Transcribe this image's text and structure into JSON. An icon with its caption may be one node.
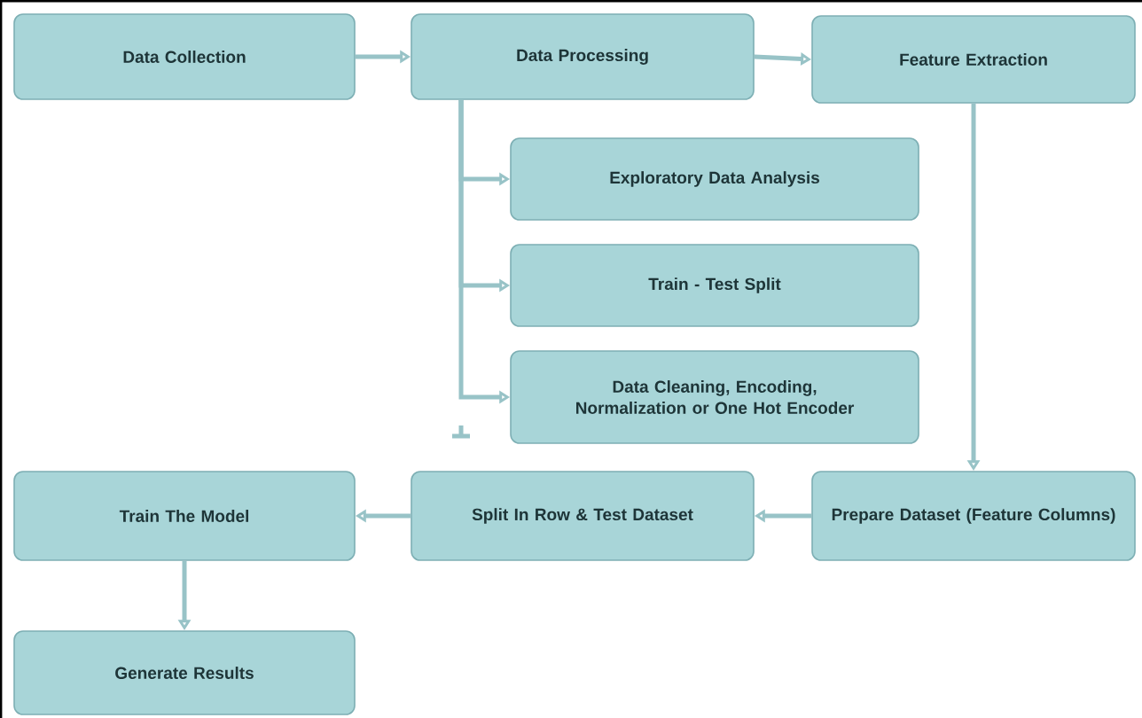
{
  "diagram": {
    "nodes": [
      {
        "text": [
          "Data Collection"
        ]
      },
      {
        "text": [
          "Data Processing"
        ]
      },
      {
        "text": [
          "Feature Extraction"
        ]
      },
      {
        "text": [
          "Exploratory Data Analysis"
        ]
      },
      {
        "text": [
          "Train - Test Split"
        ]
      },
      {
        "text": [
          "Data Cleaning, Encoding, Normalization or One Hot Encoder"
        ]
      },
      {
        "text": [
          "Prepare Dataset (Feature Columns)"
        ]
      },
      {
        "text": [
          "Split In Row & Test Dataset"
        ]
      },
      {
        "text": [
          "Train The Model"
        ]
      },
      {
        "text": [
          "Generate Results"
        ]
      }
    ],
    "edges": [
      {
        "from": 0,
        "to": 1,
        "arrow": "to"
      },
      {
        "from": 1,
        "to": 2,
        "arrow": "to"
      },
      {
        "from": 1,
        "to": 3,
        "arrow": "to"
      },
      {
        "from": 1,
        "to": 4,
        "arrow": "to"
      },
      {
        "from": 1,
        "to": 5,
        "arrow": "to"
      },
      {
        "from": 2,
        "to": 6,
        "arrow": "to"
      },
      {
        "from": 6,
        "to": 7,
        "arrow": "to"
      },
      {
        "from": 7,
        "to": 8,
        "arrow": "to"
      },
      {
        "from": 8,
        "to": 9,
        "arrow": "to"
      }
    ]
  }
}
